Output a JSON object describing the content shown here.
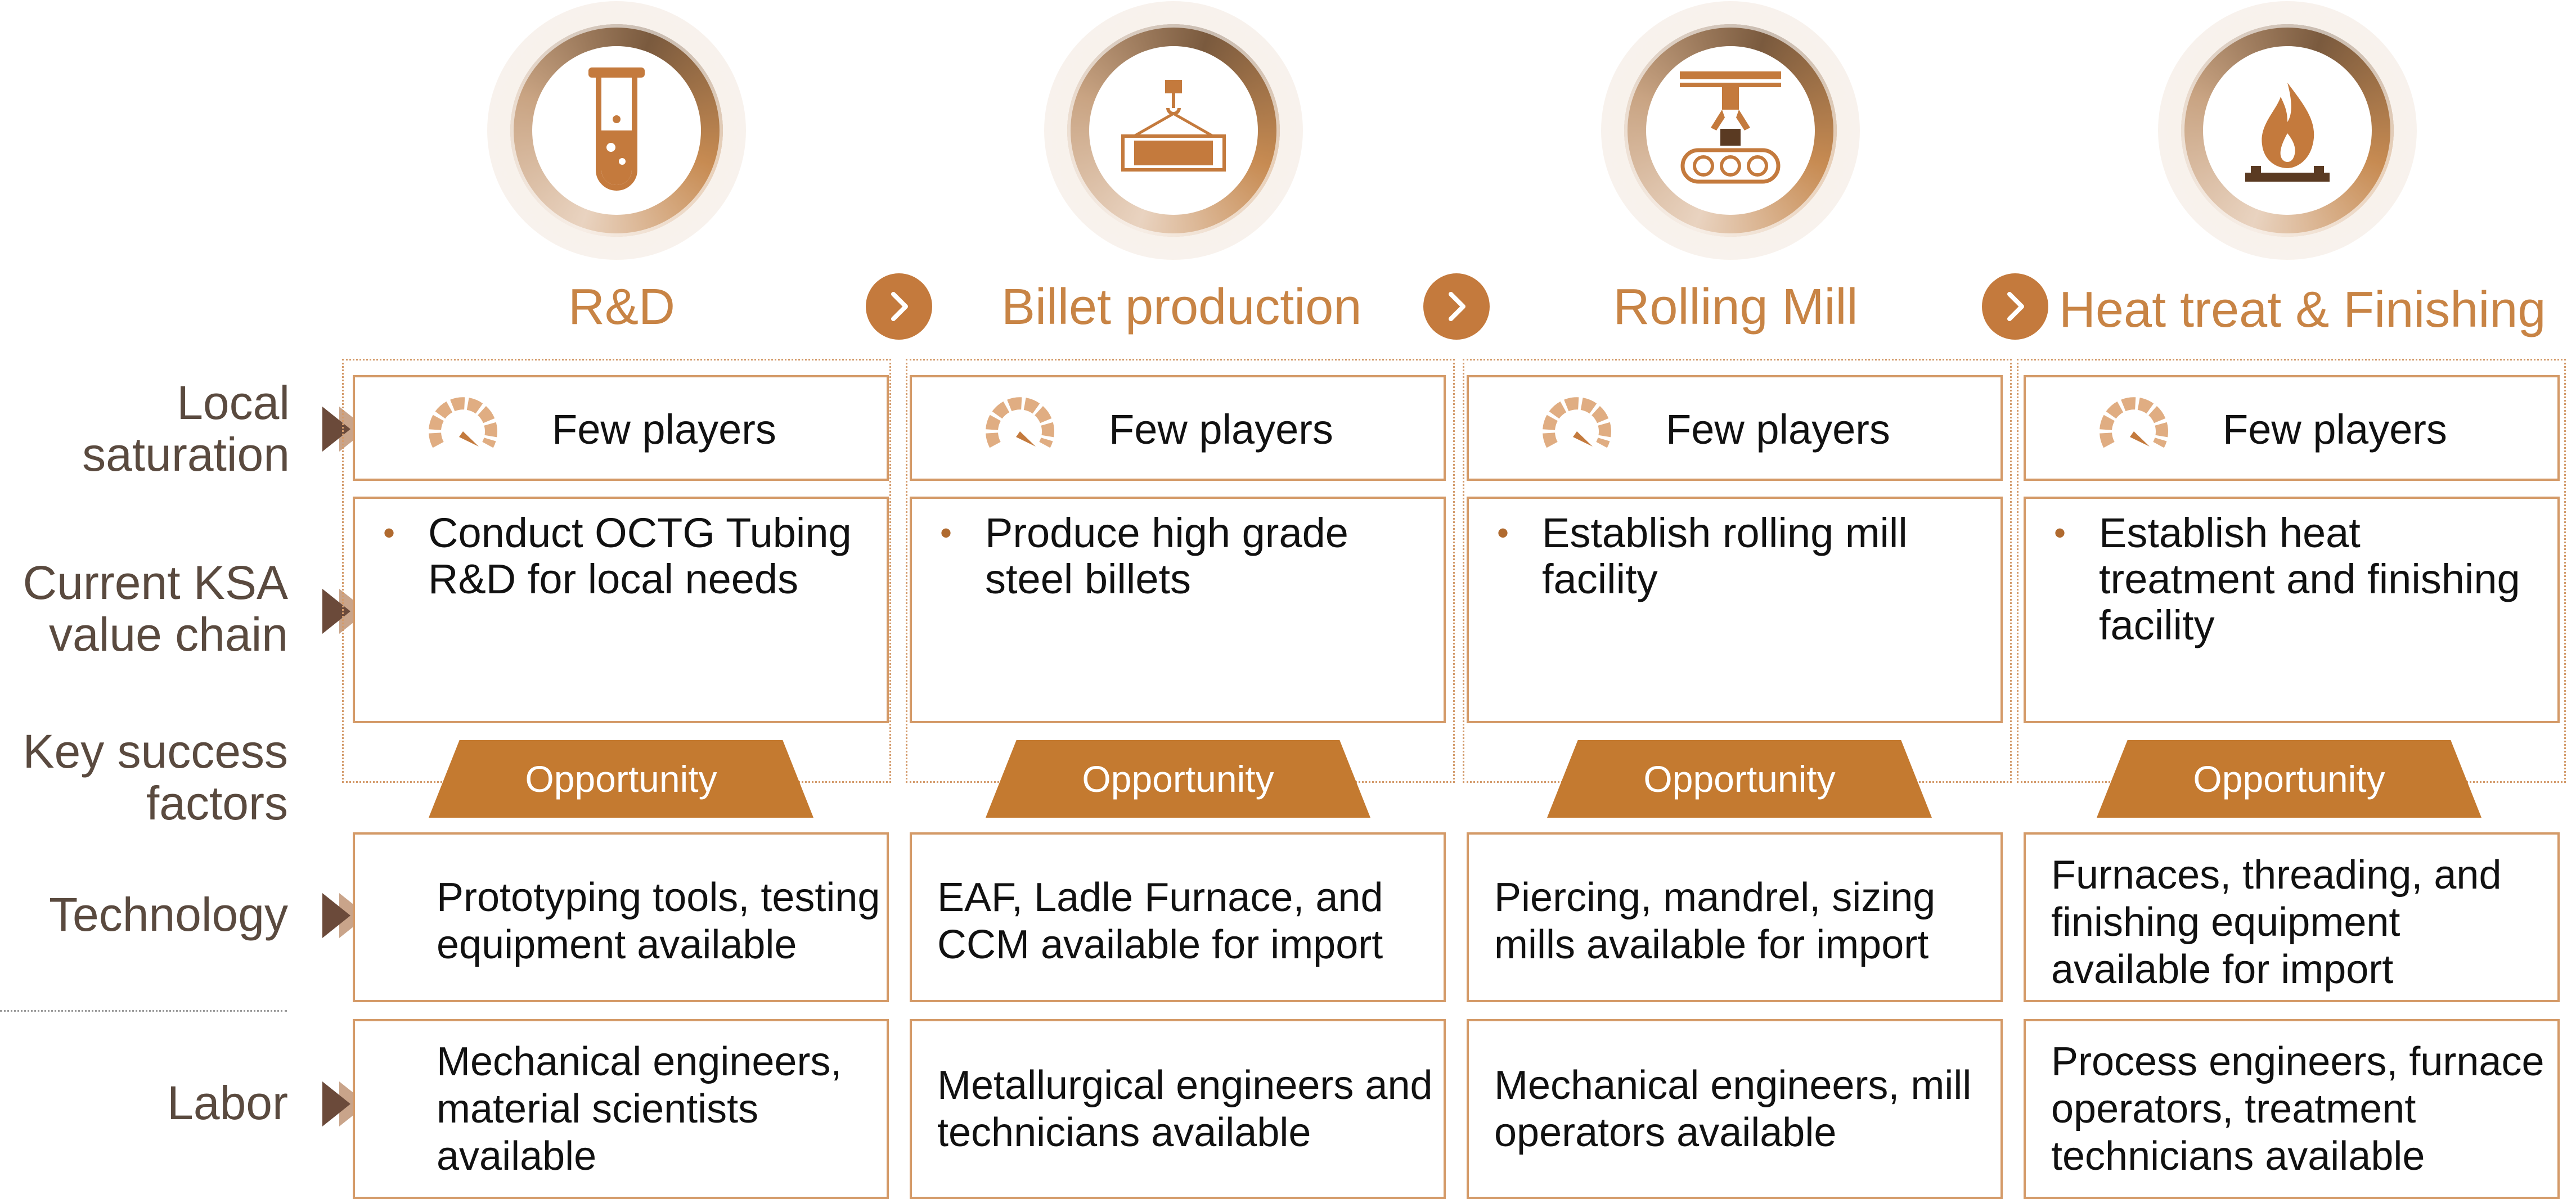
{
  "stages": [
    {
      "title": "R&D",
      "icon": "test-tube-icon"
    },
    {
      "title": "Billet production",
      "icon": "crane-billet-icon"
    },
    {
      "title": "Rolling Mill",
      "icon": "robot-conveyor-icon"
    },
    {
      "title": "Heat treat & Finishing",
      "icon": "flame-burner-icon"
    }
  ],
  "row_labels": {
    "local_saturation": "Local saturation",
    "current_ksa": "Current KSA value chain",
    "key_success": "Key success factors",
    "technology": "Technology",
    "labor": "Labor"
  },
  "saturation": [
    "Few players",
    "Few players",
    "Few players",
    "Few players"
  ],
  "value_chain": [
    "Conduct OCTG Tubing R&D for local needs",
    "Produce high grade steel billets",
    "Establish rolling mill facility",
    "Establish heat treatment and finishing facility"
  ],
  "opportunity_label": "Opportunity",
  "technology": [
    "Prototyping tools, testing equipment available",
    "EAF, Ladle Furnace, and CCM available for import",
    "Piercing, mandrel, sizing mills available for import",
    "Furnaces, threading, and finishing equipment available for import"
  ],
  "labor": [
    "Mechanical engineers, material scientists available",
    "Metallurgical engineers and technicians available",
    "Mechanical engineers, mill operators available",
    "Process engineers, furnace operators, treatment technicians available"
  ],
  "colors": {
    "accent": "#c47a3d",
    "title": "#c88445",
    "border": "#d49a68",
    "label": "#5a4a3f"
  }
}
